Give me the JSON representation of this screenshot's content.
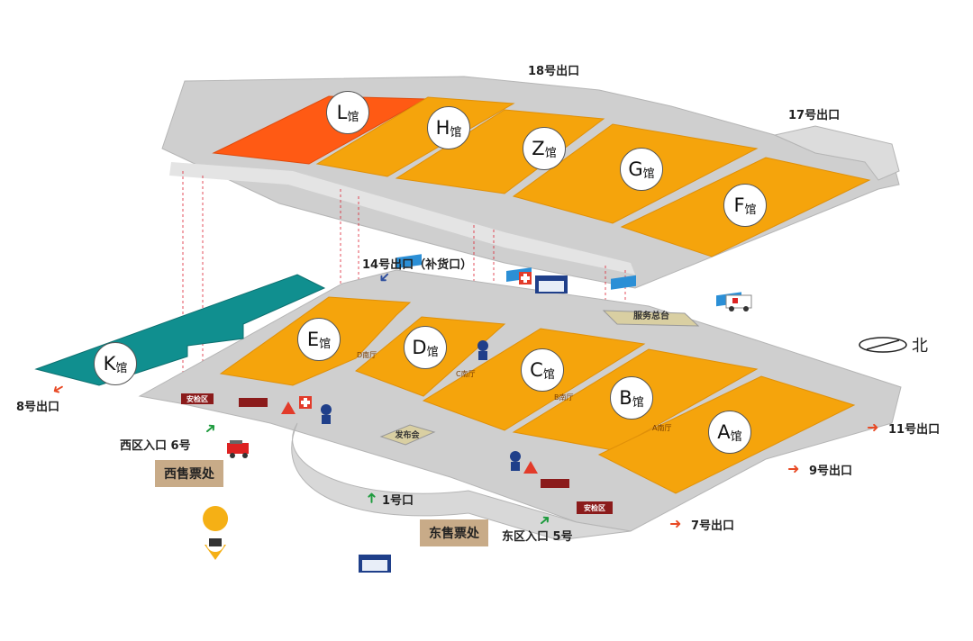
{
  "colors": {
    "hall": "#f5a40c",
    "hall_highlight": "#ff5a14",
    "hall_k": "#108f8f",
    "floor": "#c9c9c9",
    "floor_light": "#e3e3e3",
    "exit_arrow": "#e84a25",
    "entry_arrow": "#1e9b3e",
    "supply_arrow": "#2f4f9e",
    "ticket_box": "#c8ab88",
    "security_sign": "#8b1b1b",
    "station_sign": "#d9cfa2"
  },
  "halls": [
    {
      "letter": "L",
      "suffix": "馆"
    },
    {
      "letter": "H",
      "suffix": "馆"
    },
    {
      "letter": "Z",
      "suffix": "馆"
    },
    {
      "letter": "G",
      "suffix": "馆"
    },
    {
      "letter": "F",
      "suffix": "馆"
    },
    {
      "letter": "E",
      "suffix": "馆"
    },
    {
      "letter": "D",
      "suffix": "馆"
    },
    {
      "letter": "C",
      "suffix": "馆"
    },
    {
      "letter": "B",
      "suffix": "馆"
    },
    {
      "letter": "A",
      "suffix": "馆"
    },
    {
      "letter": "K",
      "suffix": "馆"
    }
  ],
  "exits": {
    "exit18": "18号出口",
    "exit17": "17号出口",
    "exit14": "14号出口（补货口）",
    "exit8": "8号出口",
    "exit11": "11号出口",
    "exit9": "9号出口",
    "exit7": "7号出口"
  },
  "entrances": {
    "west6": "西区入口 6号",
    "gate1": "1号口",
    "east5": "东区入口 5号"
  },
  "ticket_offices": {
    "west": "西售票处",
    "east": "东售票处"
  },
  "halls_south": {
    "d": "D南厅",
    "c": "C南厅",
    "b": "B南厅",
    "a": "A南厅"
  },
  "signs": {
    "security": "安检区",
    "station": "服务总台",
    "release": "发布会"
  },
  "compass": {
    "north": "北"
  },
  "icons": {
    "first_aid": "first-aid-icon",
    "police": "police-icon",
    "warning": "warning-icon",
    "fire_truck": "fire-truck-icon",
    "ambulance": "ambulance-icon",
    "bus_stop": "bus-stop-icon",
    "police_station": "police-station-icon",
    "compass": "compass-icon",
    "arrow": "arrow-icon"
  }
}
